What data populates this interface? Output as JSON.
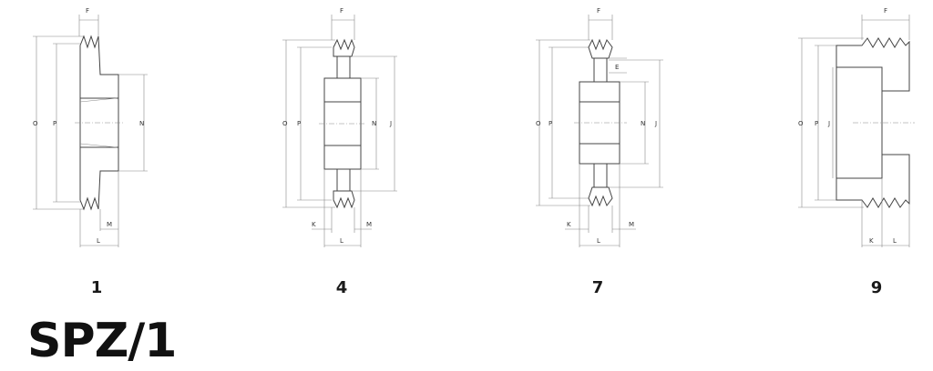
{
  "figures": [
    {
      "number": "1",
      "labels": {
        "F": "F",
        "O": "O",
        "P": "P",
        "N": "N",
        "M": "M",
        "L": "L"
      }
    },
    {
      "number": "4",
      "labels": {
        "F": "F",
        "O": "O",
        "P": "P",
        "N": "N",
        "J": "J",
        "K": "K",
        "M": "M",
        "L": "L"
      }
    },
    {
      "number": "7",
      "labels": {
        "F": "F",
        "O": "O",
        "P": "P",
        "N": "N",
        "J": "J",
        "E": "E",
        "K": "K",
        "M": "M",
        "L": "L"
      }
    },
    {
      "number": "9",
      "labels": {
        "F": "F",
        "O": "O",
        "P": "P",
        "J": "J",
        "K": "K",
        "L": "L"
      }
    }
  ],
  "title": "SPZ/1"
}
